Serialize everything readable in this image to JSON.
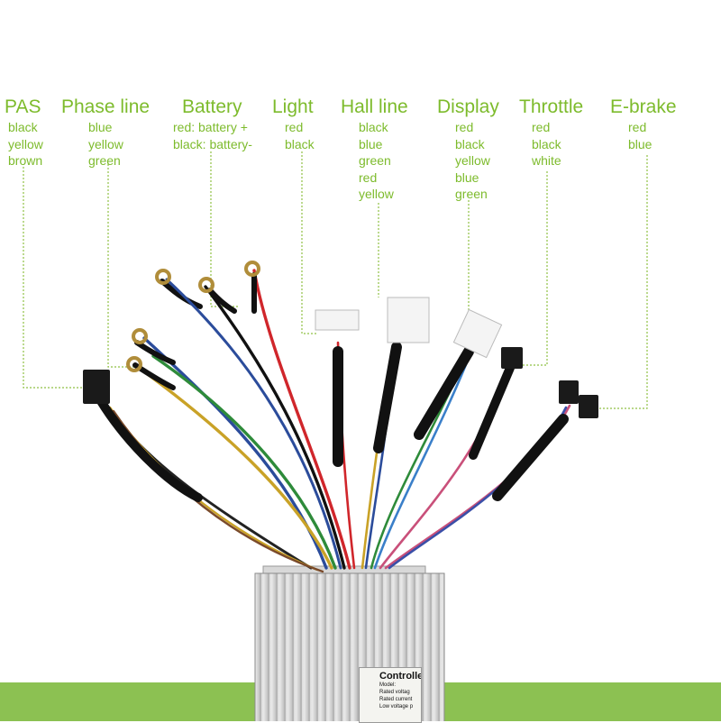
{
  "accent_color": "#7dbb2c",
  "groups": [
    {
      "title": "PAS",
      "items": [
        "black",
        "yellow",
        "brown"
      ]
    },
    {
      "title": "Phase line",
      "items": [
        "blue",
        "yellow",
        "green"
      ]
    },
    {
      "title": "Battery",
      "items": [
        "red: battery +",
        "black: battery-"
      ]
    },
    {
      "title": "Light",
      "items": [
        "red",
        "black"
      ]
    },
    {
      "title": "Hall line",
      "items": [
        "black",
        "blue",
        "green",
        "red",
        "yellow"
      ]
    },
    {
      "title": "Display",
      "items": [
        "red",
        "black",
        "yellow",
        "blue",
        "green"
      ]
    },
    {
      "title": "Throttle",
      "items": [
        "red",
        "black",
        "white"
      ]
    },
    {
      "title": "E-brake",
      "items": [
        "red",
        "blue"
      ]
    }
  ],
  "controller_label": {
    "heading": "Controlle",
    "rows": [
      "Model: ",
      "Rated voltag",
      "Rated current",
      "Low voltage p"
    ]
  }
}
